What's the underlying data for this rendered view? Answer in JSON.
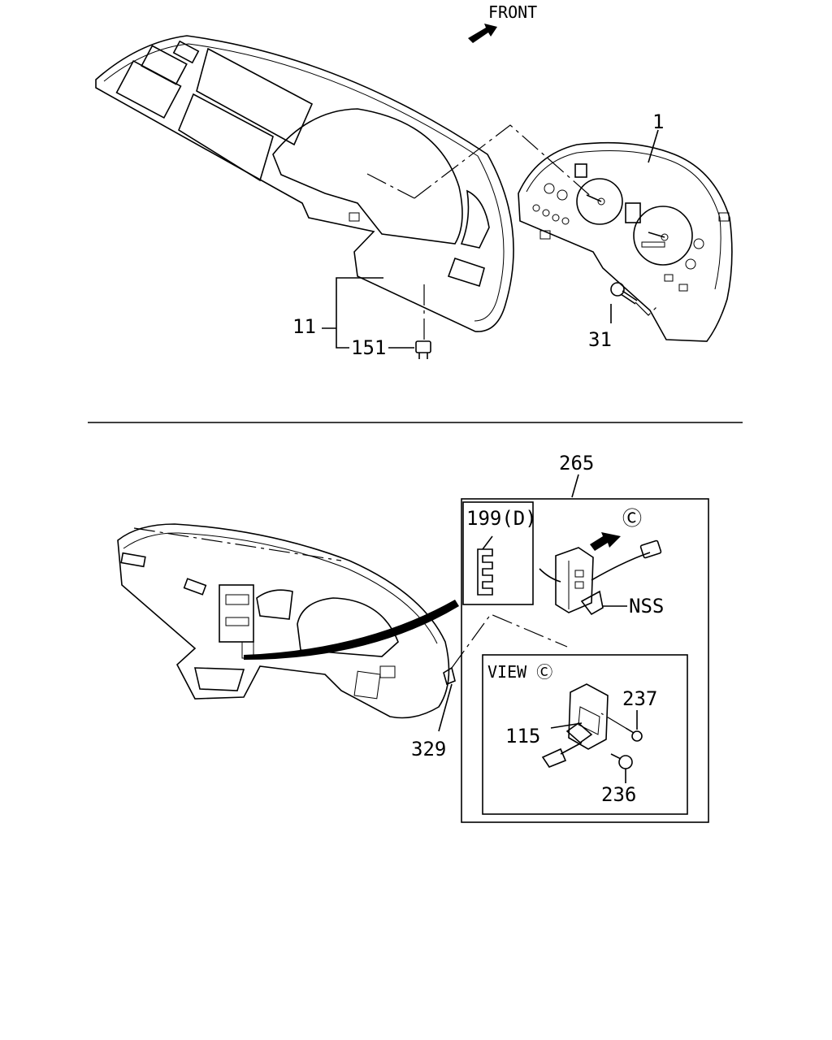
{
  "front_label": "FRONT",
  "callouts": {
    "instrument_cluster": "1",
    "cluster_bezel": "11",
    "bezel_clip": "151",
    "cluster_screw": "31",
    "control_unit_box": "265",
    "control_unit_part": "199(D)",
    "view_marker": "Ⓒ",
    "harness_part": "NSS",
    "view_title": "VIEW Ⓒ",
    "screw_a": "237",
    "bracket": "115",
    "screw_b": "236",
    "clip_screw": "329"
  }
}
